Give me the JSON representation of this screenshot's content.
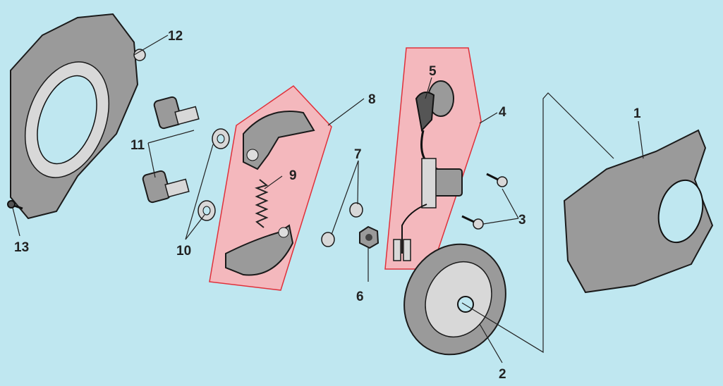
{
  "diagram": {
    "title": "Exploded parts diagram",
    "highlight_color": "#e0303a",
    "highlight_fill": "#f4b8bd",
    "callouts": [
      {
        "id": "1",
        "label": "1",
        "part": "crankcase-half"
      },
      {
        "id": "2",
        "label": "2",
        "part": "flywheel"
      },
      {
        "id": "3",
        "label": "3",
        "part": "coil-screws"
      },
      {
        "id": "4",
        "label": "4",
        "part": "ignition-coil"
      },
      {
        "id": "5",
        "label": "5",
        "part": "spark-plug-cap"
      },
      {
        "id": "6",
        "label": "6",
        "part": "nut"
      },
      {
        "id": "7",
        "label": "7",
        "part": "washers"
      },
      {
        "id": "8",
        "label": "8",
        "part": "clutch-assembly"
      },
      {
        "id": "9",
        "label": "9",
        "part": "clutch-spring"
      },
      {
        "id": "10",
        "label": "10",
        "part": "washers"
      },
      {
        "id": "11",
        "label": "11",
        "part": "bolts"
      },
      {
        "id": "12",
        "label": "12",
        "part": "fan-housing"
      },
      {
        "id": "13",
        "label": "13",
        "part": "small-screw"
      }
    ]
  }
}
